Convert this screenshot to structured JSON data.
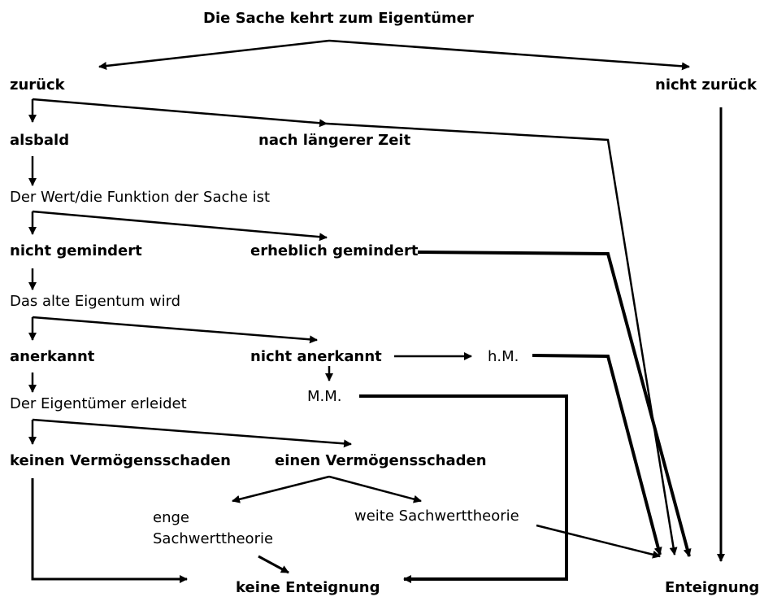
{
  "diagram": {
    "title": "Die Sache kehrt zum Eigentümer",
    "nodes": {
      "zurueck": "zurück",
      "nicht_zurueck": "nicht zurück",
      "alsbald": "alsbald",
      "nach_laengerer_zeit": "nach längerer Zeit",
      "wert_funktion": "Der Wert/die Funktion der Sache ist",
      "nicht_gemindert": "nicht gemindert",
      "erheblich_gemindert": "erheblich gemindert",
      "altes_eigentum": "Das alte Eigentum wird",
      "anerkannt": "anerkannt",
      "nicht_anerkannt": "nicht anerkannt",
      "hm": "h.M.",
      "mm": "M.M.",
      "eigentuemer_erleidet": "Der Eigentümer erleidet",
      "keinen_vermoegensschaden": "keinen Vermögensschaden",
      "einen_vermoegensschaden": "einen Vermögensschaden",
      "enge_line1": "enge",
      "enge_line2": "Sachwerttheorie",
      "weite_sachwerttheorie": "weite Sachwerttheorie",
      "keine_enteignung": "keine Enteignung",
      "enteignung": "Enteignung"
    },
    "colors": {
      "text": "#000000",
      "line": "#000000",
      "background": "#ffffff"
    }
  }
}
